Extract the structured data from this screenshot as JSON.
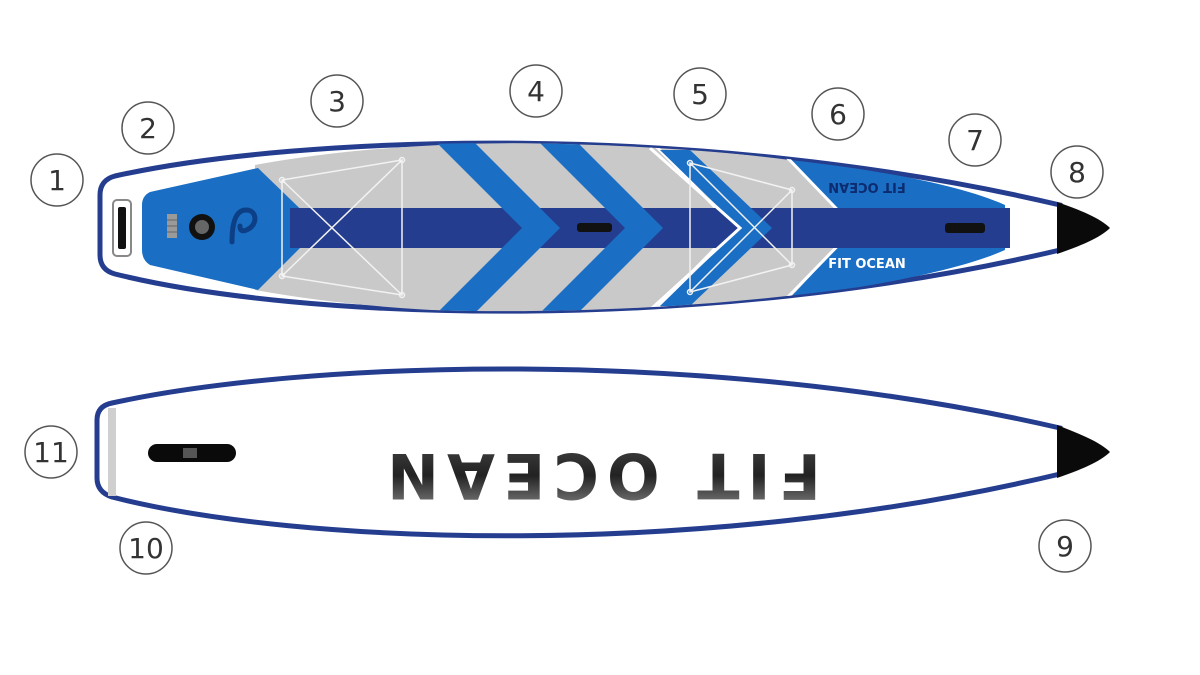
{
  "brand": {
    "name": "FIT OCEAN"
  },
  "callouts": [
    {
      "number": "1"
    },
    {
      "number": "2"
    },
    {
      "number": "3"
    },
    {
      "number": "4"
    },
    {
      "number": "5"
    },
    {
      "number": "6"
    },
    {
      "number": "7"
    },
    {
      "number": "8"
    },
    {
      "number": "9"
    },
    {
      "number": "10"
    },
    {
      "number": "11"
    }
  ],
  "colors": {
    "navy": "#253d8f",
    "blue": "#1a6fc4",
    "grey_deck": "#c9c9c9",
    "outline": "#1f2f7a",
    "nose": "#0a0a0a",
    "callout_stroke": "#555555"
  }
}
